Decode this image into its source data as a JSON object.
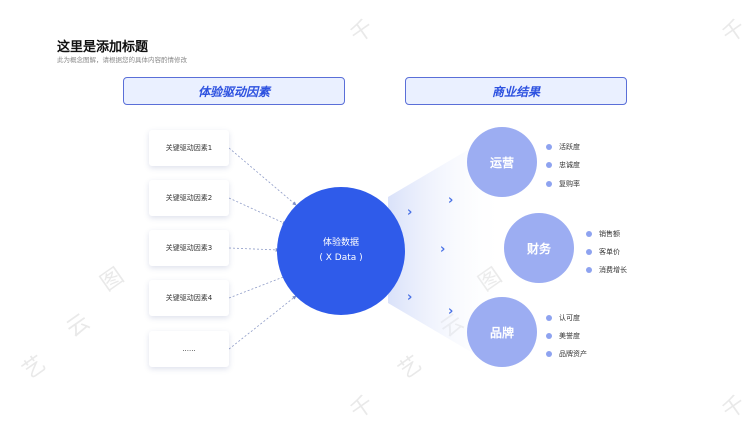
{
  "header": {
    "title": "这里是添加标题",
    "subtitle": "此为概念图解，请根据您的具体内容酌情修改"
  },
  "sections": {
    "left_title": "体验驱动因素",
    "right_title": "商业结果"
  },
  "drivers": [
    "关键驱动因素1",
    "关键驱动因素2",
    "关键驱动因素3",
    "关键驱动因素4",
    "......"
  ],
  "center": {
    "line1": "体验数据",
    "line2": "( X Data )"
  },
  "outcomes": [
    {
      "label": "运营",
      "metrics": [
        "活跃度",
        "忠诚度",
        "复购率"
      ]
    },
    {
      "label": "财务",
      "metrics": [
        "销售额",
        "客单价",
        "消费增长"
      ]
    },
    {
      "label": "品牌",
      "metrics": [
        "认可度",
        "美誉度",
        "品牌资产"
      ]
    }
  ],
  "chevron_glyph": "›",
  "watermark": [
    "千",
    "图",
    "云",
    "艺",
    "千",
    "图",
    "云",
    "艺",
    "千",
    "千"
  ],
  "colors": {
    "accent": "#2f5bea",
    "outcome": "#9cadf2",
    "header_bg": "#eaf0ff",
    "header_border": "#5a6fd8",
    "metric_dot": "#8ea3f0"
  }
}
